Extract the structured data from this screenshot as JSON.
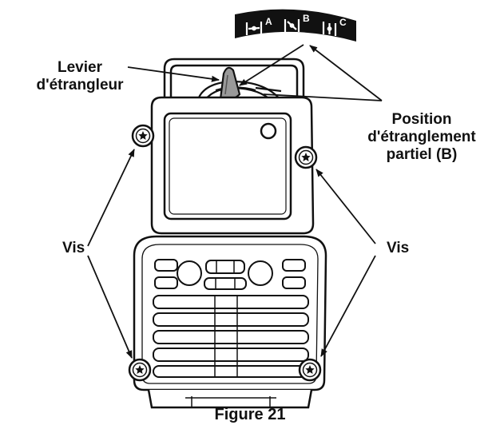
{
  "labels": {
    "choke_lever": [
      "Levier",
      "d'étrangleur"
    ],
    "partial_choke_position": [
      "Position",
      "d'étranglement",
      "partiel (B)"
    ],
    "screws_left": "Vis",
    "screws_right": "Vis",
    "figure_caption": "Figure 21"
  },
  "choke_decal": {
    "positions": [
      {
        "letter": "A"
      },
      {
        "letter": "B"
      },
      {
        "letter": "C"
      }
    ]
  }
}
